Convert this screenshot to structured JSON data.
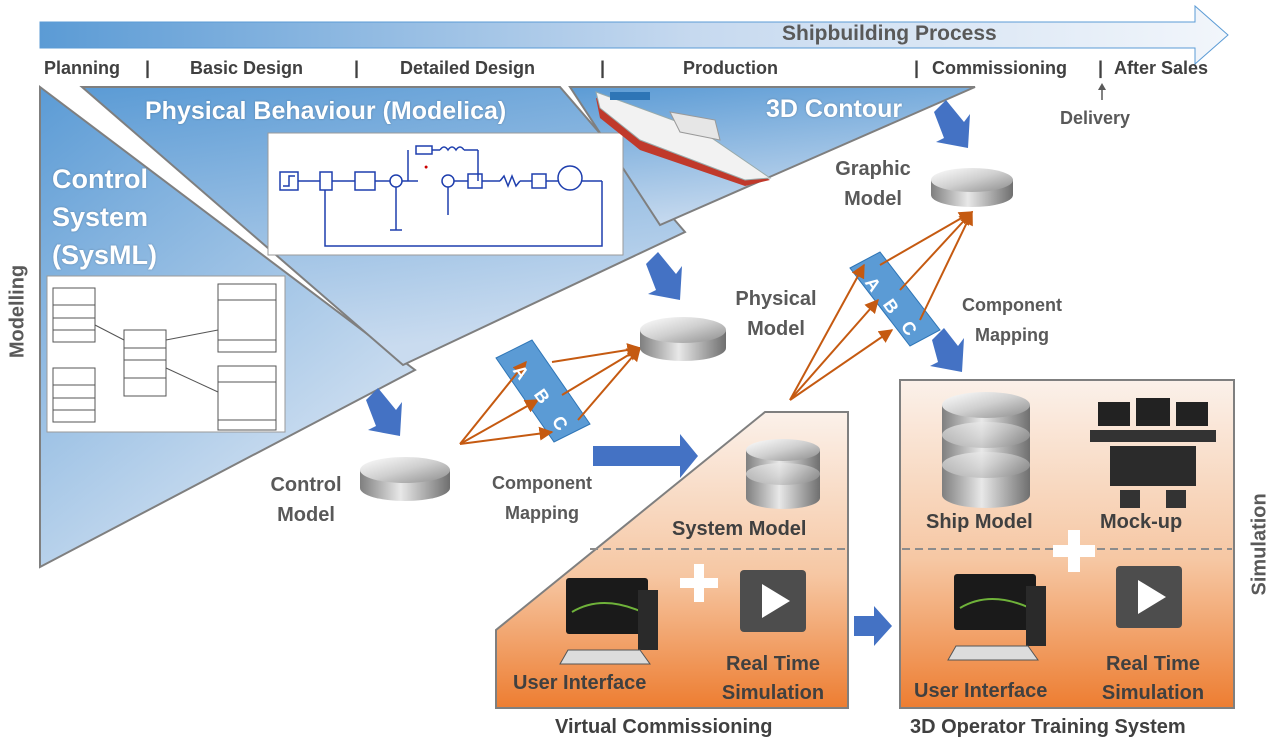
{
  "process": {
    "title": "Shipbuilding Process",
    "phases": [
      "Planning",
      "Basic Design",
      "Detailed Design",
      "Production",
      "Commissioning",
      "After Sales"
    ],
    "delivery": "Delivery"
  },
  "panels": {
    "control_system": "Control\nSystem\n(SysML)",
    "physical_behaviour": "Physical Behaviour (Modelica)",
    "contour": "3D Contour"
  },
  "models": {
    "graphic": "Graphic\nModel",
    "physical": "Physical\nModel",
    "control": "Control\nModel",
    "system": "System Model",
    "ship": "Ship Model",
    "mockup": "Mock-up"
  },
  "mapping": {
    "label": "Component\nMapping",
    "letters": [
      "A",
      "B",
      "C"
    ]
  },
  "simulation": {
    "user_interface": "User Interface",
    "real_time": "Real Time\nSimulation",
    "virtual_commissioning": "Virtual Commissioning",
    "operator_training": "3D Operator Training System"
  },
  "side_labels": {
    "modelling": "Modelling",
    "simulation": "Simulation"
  },
  "colors": {
    "arrow_blue": "#4472c4",
    "mapping_blue": "#5b9bd5",
    "relation_orange": "#c55a11",
    "sim_orange": "#f0883a",
    "text_gray": "#595959"
  }
}
